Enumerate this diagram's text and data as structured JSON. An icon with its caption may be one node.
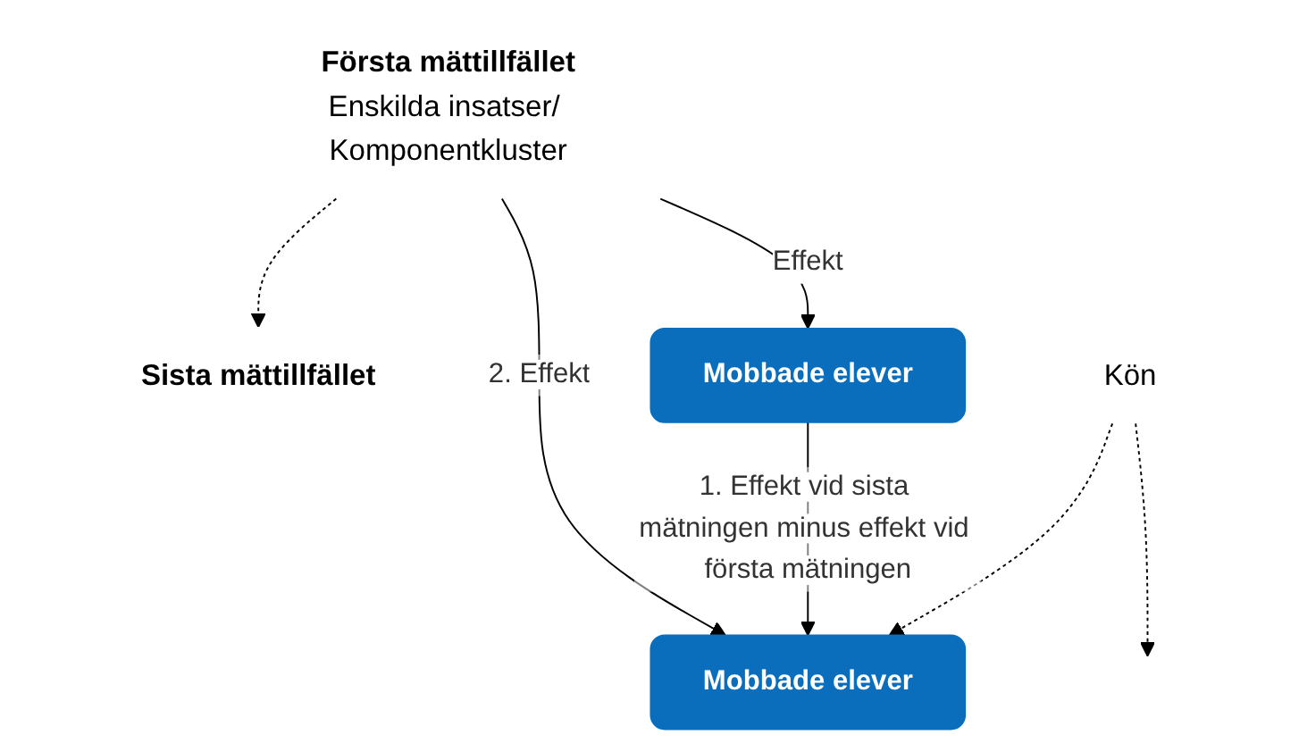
{
  "diagram": {
    "nodes": [
      {
        "text": [
          "Första mättillfället",
          "Enskilda insatser/ Komponentkluster"
        ]
      },
      {
        "text": [
          "Sista mättillfället"
        ]
      },
      {
        "text": [
          "Mobbade elever"
        ]
      },
      {
        "text": [
          "Mobbade elever"
        ]
      },
      {
        "text": [
          "Kön"
        ]
      }
    ],
    "edges": [
      {
        "from": 0,
        "to": 1,
        "arrow": "to",
        "style": "dashed"
      },
      {
        "from": 0,
        "to": 2,
        "arrow": "to",
        "label": "Effekt"
      },
      {
        "from": 0,
        "to": 3,
        "arrow": "to",
        "label": "2. Effekt"
      },
      {
        "from": 2,
        "to": 3,
        "arrow": "to",
        "label": "1. Effekt vid sista mätningen minus effekt vid första mätningen"
      },
      {
        "from": 4,
        "to": null,
        "arrow": "to",
        "style": "dashed"
      },
      {
        "from": 4,
        "to": 3,
        "arrow": "to",
        "style": "dashed"
      }
    ]
  }
}
